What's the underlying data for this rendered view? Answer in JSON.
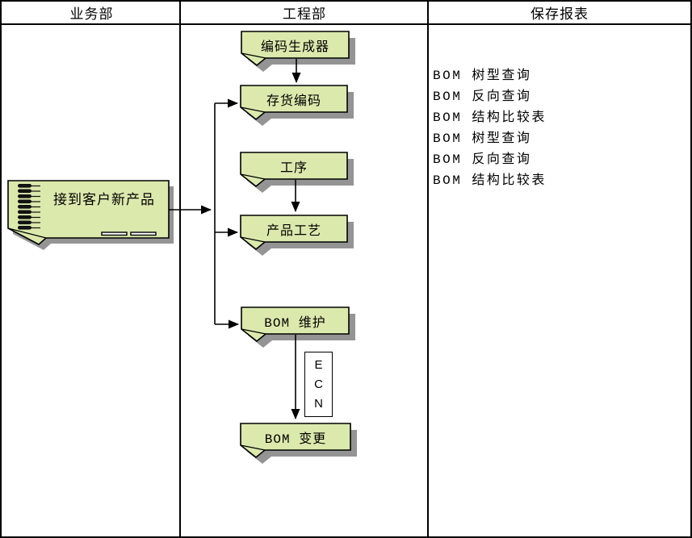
{
  "header": {
    "business_dept": "业务部",
    "engineering_dept": "工程部",
    "saved_reports": "保存报表"
  },
  "source": {
    "label": "接到客户新产品"
  },
  "nodes": {
    "code_generator": {
      "label": "编码生成器"
    },
    "inventory_code": {
      "label": "存货编码"
    },
    "operation": {
      "label": "工序"
    },
    "product_process": {
      "label": "产品工艺"
    },
    "bom_maintenance": {
      "label": "BOM 维护"
    },
    "bom_change": {
      "label": "BOM 变更"
    }
  },
  "ecn_label": {
    "letters": [
      "E",
      "C",
      "N"
    ]
  },
  "reports": {
    "lines": [
      "BOM 树型查询",
      "BOM 反向查询",
      "BOM 结构比较表",
      "BOM 树型查询",
      "BOM 反向查询",
      "BOM 结构比较表"
    ]
  },
  "colors": {
    "node_fill": "#dbe9ad",
    "node_border": "#000000",
    "shadow": "#949494",
    "grid_line": "#000000",
    "background": "#ffffff"
  }
}
